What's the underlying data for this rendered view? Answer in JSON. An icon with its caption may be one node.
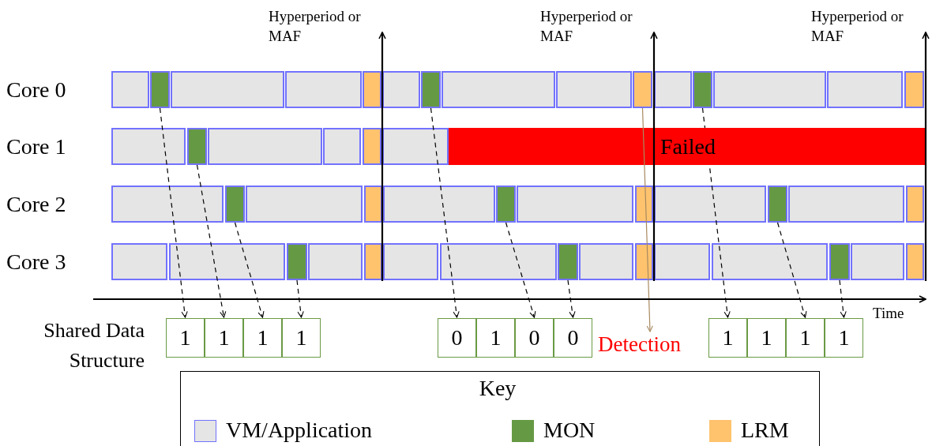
{
  "diagram": {
    "nodes": [
      {
        "text": [],
        "shape": "box"
      },
      {
        "text": [],
        "shape": "box"
      },
      {
        "text": [],
        "shape": "box"
      },
      {
        "text": [],
        "shape": "box"
      },
      {
        "text": [],
        "shape": "box"
      },
      {
        "text": [],
        "shape": "box"
      },
      {
        "text": [],
        "shape": "box"
      },
      {
        "text": [],
        "shape": "box"
      },
      {
        "text": [],
        "shape": "box"
      },
      {
        "text": [],
        "shape": "box"
      },
      {
        "text": [],
        "shape": "box"
      },
      {
        "text": [
          "1"
        ]
      },
      {
        "text": [
          "1"
        ]
      },
      {
        "text": [
          "1"
        ]
      },
      {
        "text": [
          "1"
        ]
      },
      {
        "text": [
          "0"
        ]
      },
      {
        "text": [
          "1"
        ]
      },
      {
        "text": [
          "0"
        ]
      },
      {
        "text": [
          "0"
        ]
      },
      {
        "text": [
          "Detection"
        ]
      },
      {
        "text": [
          "1"
        ]
      },
      {
        "text": [
          "1"
        ]
      },
      {
        "text": [
          "1"
        ]
      },
      {
        "text": [
          "1"
        ]
      }
    ],
    "edges": [
      {
        "from": 0,
        "to": 11,
        "arrow": "to",
        "style": "dashed"
      },
      {
        "from": 4,
        "to": 12,
        "arrow": "to",
        "style": "dashed"
      },
      {
        "from": 5,
        "to": 13,
        "arrow": "to",
        "style": "dashed"
      },
      {
        "from": 8,
        "to": 14,
        "arrow": "to",
        "style": "dashed"
      },
      {
        "from": 1,
        "to": 15,
        "arrow": "to",
        "style": "dashed"
      },
      {
        "from": 6,
        "to": 17,
        "arrow": "to",
        "style": "dashed"
      },
      {
        "from": 9,
        "to": 18,
        "arrow": "to",
        "style": "dashed"
      },
      {
        "from": 2,
        "to": 19,
        "arrow": "to",
        "color": "#a88a60"
      },
      {
        "from": 3,
        "to": 20,
        "arrow": "to",
        "style": "dashed"
      },
      {
        "from": 7,
        "to": 22,
        "arrow": "to",
        "style": "dashed"
      },
      {
        "from": 10,
        "to": 23,
        "arrow": "to",
        "style": "dashed"
      }
    ],
    "labels": [
      "Hyperperiod or MAF",
      "Hyperperiod or MAF",
      "Hyperperiod or MAF",
      "Core 0",
      "Core 1",
      "Failed",
      "Core 2",
      "Core 3",
      "Time",
      "Shared Data Structure",
      "Key"
    ],
    "legend": [
      {
        "text": "VM/Application",
        "color": "#e5e5e5"
      },
      {
        "text": "MON",
        "color": "#669944"
      },
      {
        "text": "LRM",
        "color": "#ffc36e"
      }
    ]
  }
}
